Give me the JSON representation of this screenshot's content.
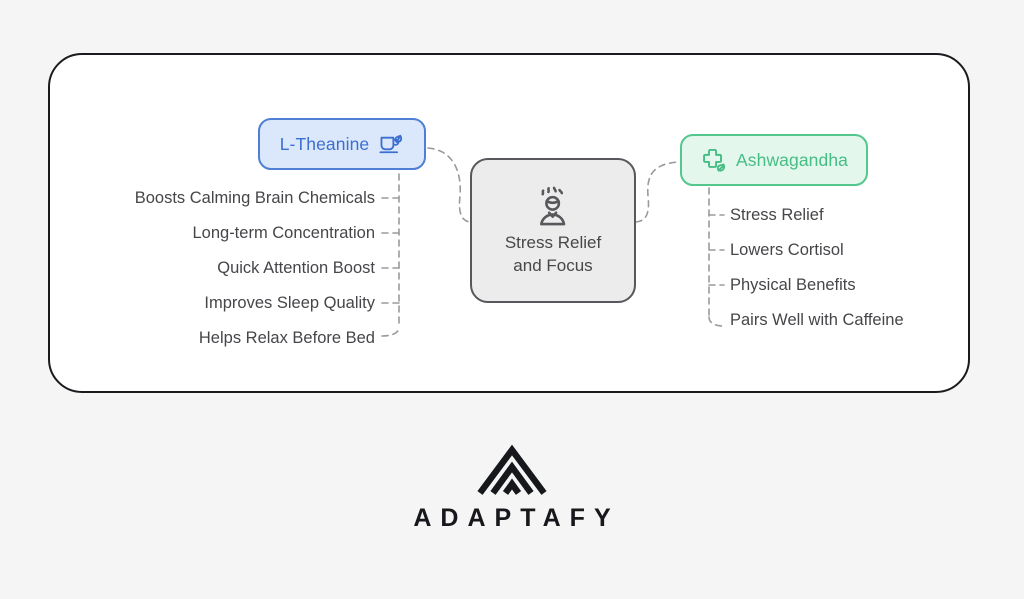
{
  "page": {
    "background_color": "#f5f5f5",
    "card_background": "#ffffff",
    "card_border_color": "#1b1b1f"
  },
  "diagram": {
    "type": "mind-map",
    "center_node": {
      "title": "Stress Relief\nand Focus",
      "icon": "stressed-person-icon",
      "fill": "#ececec",
      "border": "#58585c",
      "text_color": "#474749"
    },
    "branches": [
      {
        "id": "l-theanine",
        "label": "L-Theanine",
        "icon": "tea-cup-leaf-icon",
        "side": "left",
        "fill": "#dbe8fb",
        "border": "#4f7fd4",
        "text_color": "#3b6fd0",
        "items": [
          "Boosts Calming Brain Chemicals",
          "Long-term Concentration",
          "Quick Attention Boost",
          "Improves Sleep Quality",
          "Helps Relax Before Bed"
        ]
      },
      {
        "id": "ashwagandha",
        "label": "Ashwagandha",
        "icon": "medical-cross-leaf-icon",
        "side": "right",
        "fill": "#e4f7ed",
        "border": "#53c78c",
        "text_color": "#45bd85",
        "items": [
          "Stress Relief",
          "Lowers Cortisol",
          "Physical Benefits",
          "Pairs Well with Caffeine"
        ]
      }
    ],
    "connector_style": "dashed",
    "connector_color": "#9a9a9e",
    "leaf_text_color": "#46464a"
  },
  "brand": {
    "name": "ADAPTAFY",
    "logo_icon": "adaptafy-arch-logo",
    "color": "#16181c"
  }
}
